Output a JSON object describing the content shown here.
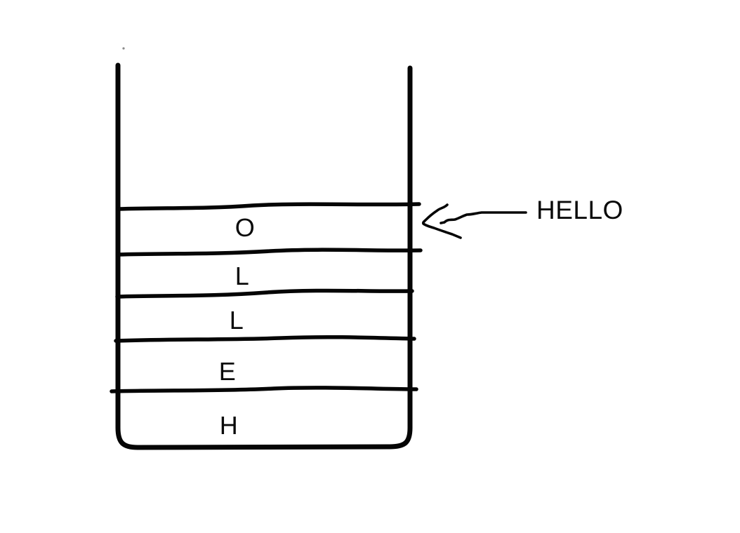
{
  "diagram": {
    "type": "stack-drawing",
    "background_color": "#ffffff",
    "ink_color": "#050505"
  },
  "stack": {
    "cells_top_to_bottom": [
      {
        "letter": "O"
      },
      {
        "letter": "L"
      },
      {
        "letter": "L"
      },
      {
        "letter": "E"
      },
      {
        "letter": "H"
      }
    ]
  },
  "annotation": {
    "label": "HELLO",
    "arrow_icon": "hand-drawn-arrow-pointing-left-at-top-stack-cell"
  }
}
